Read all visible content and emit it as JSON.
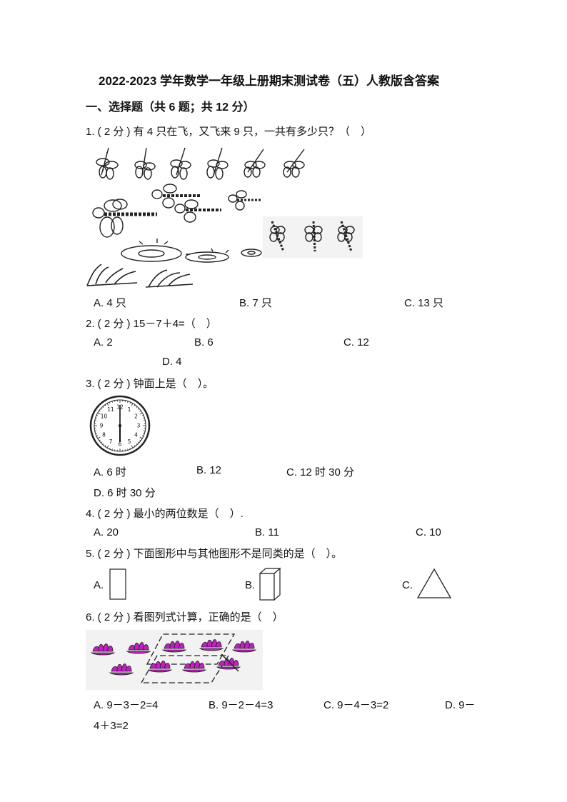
{
  "title": "2022-2023 学年数学一年级上册期末测试卷（五）人教版含答案",
  "section1": "一、选择题（共 6 题；共 12 分）",
  "questions": [
    {
      "stem": "1. ( 2 分 ) 有 4 只在飞，又飞来 9 只，一共有多少只？（　）",
      "options": [
        "A. 4 只",
        "B. 7 只",
        "C. 13 只"
      ]
    },
    {
      "stem": "2. ( 2 分 ) 15－7＋4=（　）",
      "options": [
        "A.  2",
        "B. 6",
        "C. 12",
        "D. 4"
      ]
    },
    {
      "stem": "3. ( 2 分 ) 钟面上是（　）。",
      "options": [
        "A. 6 时",
        "B. 12",
        "C. 12 时 30 分",
        "D. 6 时 30 分"
      ]
    },
    {
      "stem": "4. ( 2 分 ) 最小的两位数是（　）.",
      "options": [
        "A. 20",
        "B. 11",
        "C. 10"
      ]
    },
    {
      "stem": "5. ( 2 分 ) 下面图形中与其他图形不是同类的是（　）。",
      "options": [
        "A.",
        "B.",
        "C."
      ]
    },
    {
      "stem": "6. ( 2 分 ) 看图列式计算，正确的是（　）",
      "options": [
        "A. 9－3－2=4",
        "B. 9－2－4=3",
        "C. 9－4－3=2",
        "D. 9－",
        "4＋3=2"
      ]
    }
  ],
  "clock_numbers": [
    "12",
    "1",
    "2",
    "3",
    "4",
    "5",
    "6",
    "7",
    "8",
    "9",
    "10",
    "11"
  ],
  "colors": {
    "flower": "#c020c0",
    "text": "#111111"
  }
}
